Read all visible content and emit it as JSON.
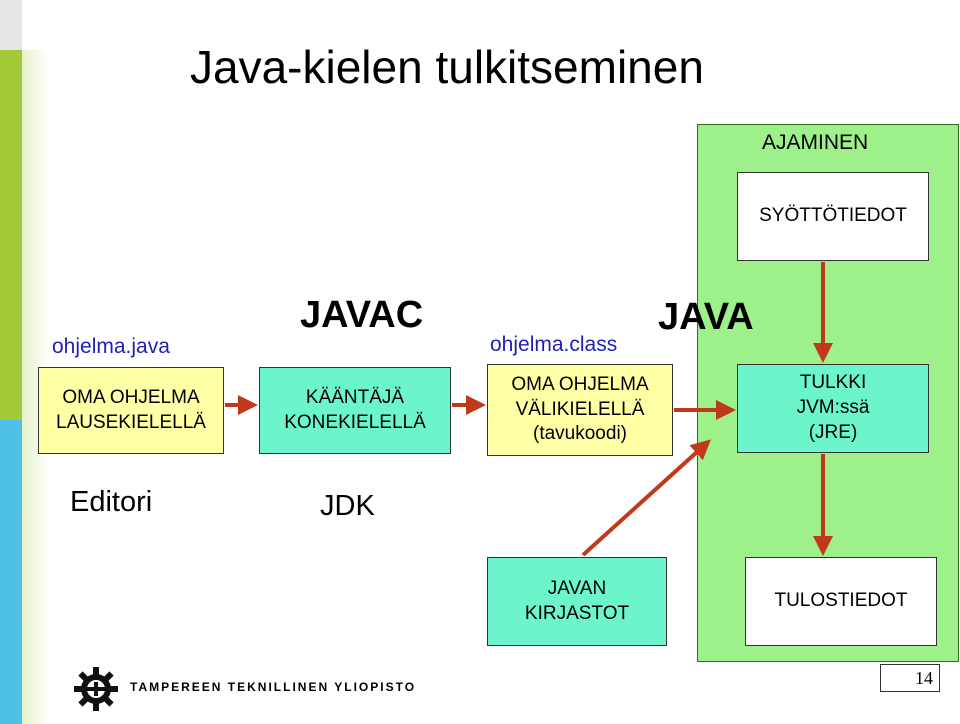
{
  "title": "Java-kielen tulkitseminen",
  "labels": {
    "source_file": "ohjelma.java",
    "class_file": "ohjelma.class",
    "javac": "JAVAC",
    "java": "JAVA",
    "editor": "Editori",
    "jdk": "JDK",
    "run": "AJAMINEN"
  },
  "boxes": {
    "source": [
      "OMA OHJELMA",
      "LAUSEKIELELLÄ"
    ],
    "compiler": [
      "KÄÄNTÄJÄ",
      "KONEKIELELLÄ"
    ],
    "class": [
      "OMA OHJELMA",
      "VÄLIKIELELLÄ",
      "(tavukoodi)"
    ],
    "interpreter": [
      "TULKKI",
      "JVM:ssä",
      "(JRE)"
    ],
    "input": [
      "SYÖTTÖTIEDOT"
    ],
    "libraries": [
      "JAVAN",
      "KIRJASTOT"
    ],
    "output": [
      "TULOSTIEDOT"
    ]
  },
  "footer": {
    "university": "TAMPEREEN TEKNILLINEN YLIOPISTO",
    "page_number": "14"
  },
  "colors": {
    "arrow": "#c0391a",
    "java_panel": "#9ef08a",
    "yellow_box": "#ffffa6",
    "cyan_box": "#6cf5cc",
    "file_label": "#1f1fb4"
  }
}
